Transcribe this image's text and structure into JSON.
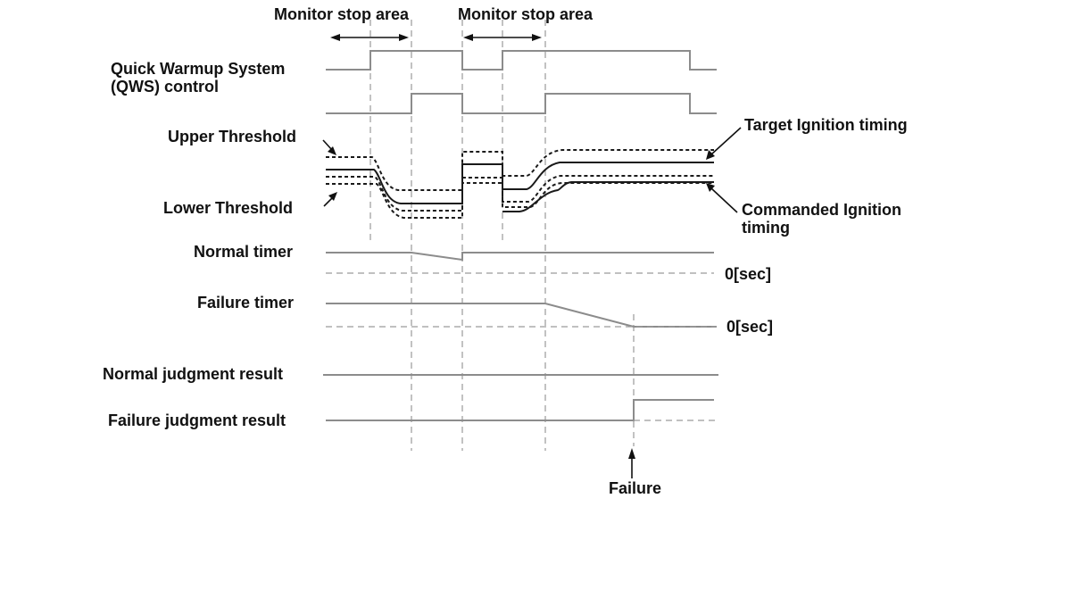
{
  "labels": {
    "monitor_stop_1": "Monitor stop area",
    "monitor_stop_2": "Monitor stop area",
    "qws_line1": "Quick Warmup System",
    "qws_line2": "(QWS) control",
    "upper_threshold": "Upper Threshold",
    "lower_threshold": "Lower Threshold",
    "target_ignition": "Target Ignition timing",
    "commanded_line1": "Commanded Ignition",
    "commanded_line2": "timing",
    "normal_timer": "Normal timer",
    "normal_zero": "0[sec]",
    "failure_timer": "Failure timer",
    "failure_zero": "0[sec]",
    "normal_judgment": "Normal judgment result",
    "failure_judgment": "Failure judgment result",
    "failure_event": "Failure"
  },
  "colors": {
    "signal": "#8c8c8c",
    "dark_signal": "#1a1a1a",
    "guide": "#9a9a9a",
    "text": "#111111"
  }
}
